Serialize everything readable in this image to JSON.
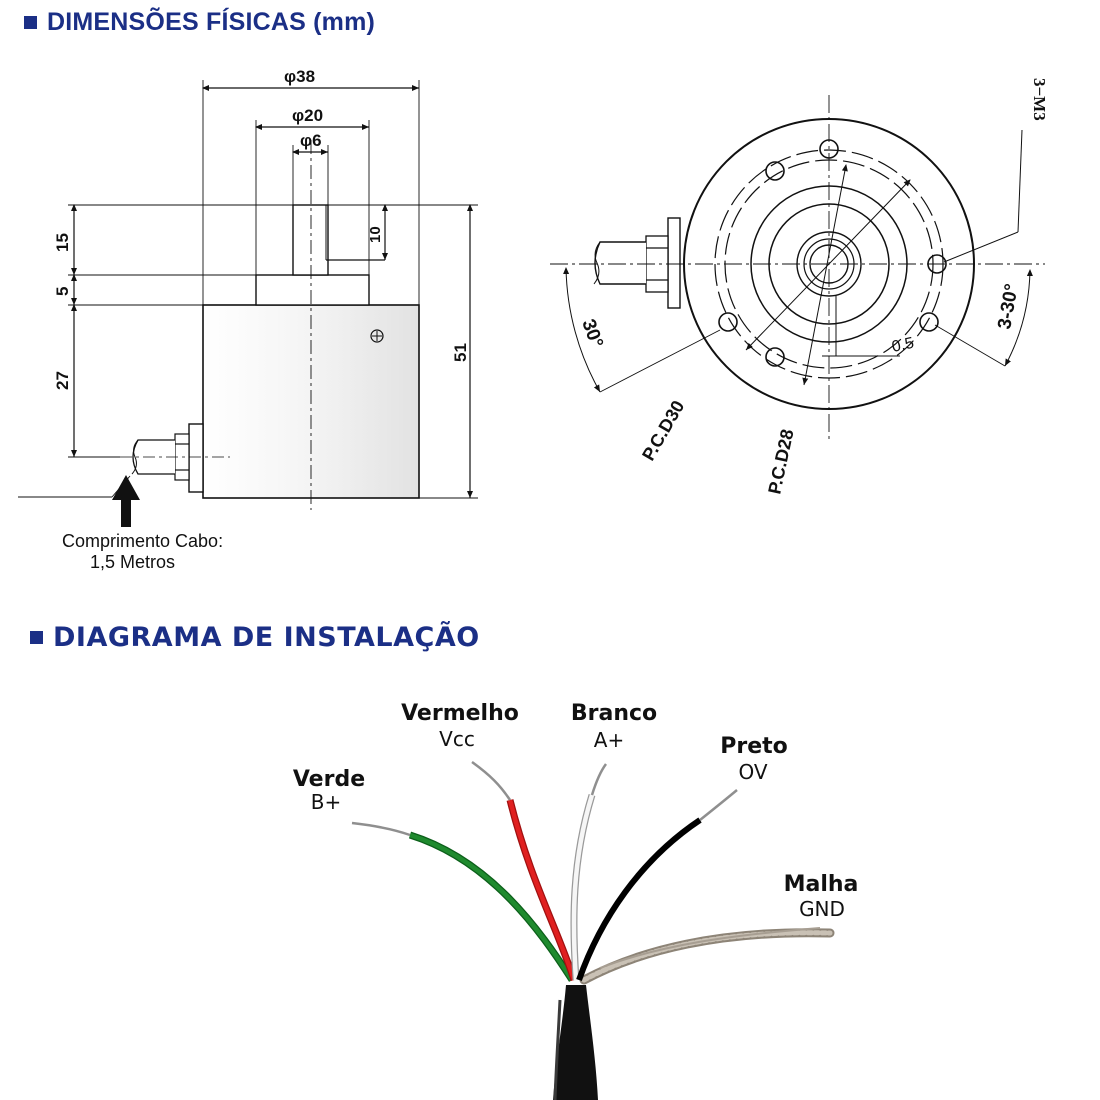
{
  "sections": {
    "dimensions_title": "DIMENSÕES FÍSICAS (mm)",
    "install_title": "DIAGRAMA DE INSTALAÇÃO"
  },
  "side_view": {
    "dia_outer": "φ38",
    "dia_flange": "φ20",
    "dia_shaft": "φ6",
    "h_shaft": "15",
    "h_flange": "5",
    "h_body": "27",
    "h_total": "51",
    "shaft_flat": "10"
  },
  "front_view": {
    "thread": "3−M3",
    "angle_left": "30°",
    "angle_right": "3-30°",
    "pcd_outer": "P.C.D30",
    "pcd_inner": "P.C.D28",
    "center_dim": "0.5"
  },
  "cable": {
    "length_label": "Comprimento Cabo:",
    "length_value": "1,5 Metros"
  },
  "wires": [
    {
      "color_name": "Verde",
      "signal": "B+",
      "color": "#1f8a2e"
    },
    {
      "color_name": "Vermelho",
      "signal": "Vcc",
      "color": "#e02020"
    },
    {
      "color_name": "Branco",
      "signal": "A+",
      "color": "#f2f2f2"
    },
    {
      "color_name": "Preto",
      "signal": "OV",
      "color": "#141414"
    },
    {
      "color_name": "Malha",
      "signal": "GND",
      "color": "#b9b0a4"
    }
  ],
  "colors": {
    "heading": "#1b2f86"
  }
}
